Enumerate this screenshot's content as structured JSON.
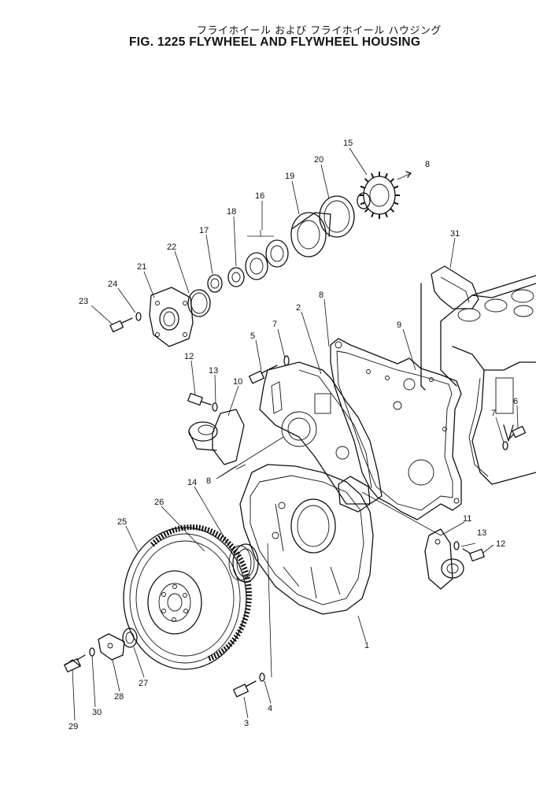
{
  "title_jp": "フライホイール および フライホイール ハウジング",
  "title_en": "FIG. 1225  FLYWHEEL AND FLYWHEEL HOUSING",
  "callouts": [
    {
      "id": "c15",
      "text": "15"
    },
    {
      "id": "c8a",
      "text": "8"
    },
    {
      "id": "c20",
      "text": "20"
    },
    {
      "id": "c19",
      "text": "19"
    },
    {
      "id": "c16",
      "text": "16"
    },
    {
      "id": "c18",
      "text": "18"
    },
    {
      "id": "c17",
      "text": "17"
    },
    {
      "id": "c22",
      "text": "22"
    },
    {
      "id": "c21",
      "text": "21"
    },
    {
      "id": "c24",
      "text": "24"
    },
    {
      "id": "c23",
      "text": "23"
    },
    {
      "id": "c31",
      "text": "31"
    },
    {
      "id": "c8b",
      "text": "8"
    },
    {
      "id": "c2",
      "text": "2"
    },
    {
      "id": "c9",
      "text": "9"
    },
    {
      "id": "c7a",
      "text": "7"
    },
    {
      "id": "c5",
      "text": "5"
    },
    {
      "id": "c12a",
      "text": "12"
    },
    {
      "id": "c13a",
      "text": "13"
    },
    {
      "id": "c10",
      "text": "10"
    },
    {
      "id": "c7b",
      "text": "7"
    },
    {
      "id": "c6",
      "text": "6"
    },
    {
      "id": "c8c",
      "text": "8"
    },
    {
      "id": "c14",
      "text": "14"
    },
    {
      "id": "c26",
      "text": "26"
    },
    {
      "id": "c25",
      "text": "25"
    },
    {
      "id": "c11",
      "text": "11"
    },
    {
      "id": "c13b",
      "text": "13"
    },
    {
      "id": "c12b",
      "text": "12"
    },
    {
      "id": "c1",
      "text": "1"
    },
    {
      "id": "c27",
      "text": "27"
    },
    {
      "id": "c28",
      "text": "28"
    },
    {
      "id": "c30",
      "text": "30"
    },
    {
      "id": "c29",
      "text": "29"
    },
    {
      "id": "c4",
      "text": "4"
    },
    {
      "id": "c3",
      "text": "3"
    }
  ]
}
